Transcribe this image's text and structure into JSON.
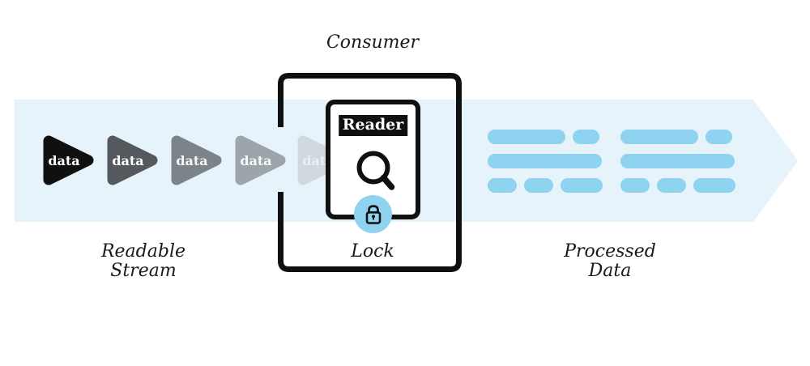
{
  "colors": {
    "band": "#e7f3fa",
    "dash": "#8ed3f0",
    "ink": "#101010"
  },
  "consumer": {
    "label": "Consumer",
    "reader_label": "Reader",
    "lock_label": "Lock"
  },
  "stream": {
    "label": "Readable\nStream",
    "chunks": [
      {
        "label": "data",
        "color": "#101010",
        "text_color": "#ffffff"
      },
      {
        "label": "data",
        "color": "#55595d",
        "text_color": "#ffffff"
      },
      {
        "label": "data",
        "color": "#7d8489",
        "text_color": "#f4f6f7"
      },
      {
        "label": "data",
        "color": "#9da5ab",
        "text_color": "#f6f9fa"
      },
      {
        "label": "data",
        "color": "#d0d9dd",
        "text_color": "#e9eff2"
      }
    ]
  },
  "processed": {
    "label": "Processed\nData",
    "group_count": 2,
    "dash_rows": [
      [
        96,
        33
      ],
      [
        141
      ],
      [
        36,
        36,
        52
      ]
    ]
  }
}
